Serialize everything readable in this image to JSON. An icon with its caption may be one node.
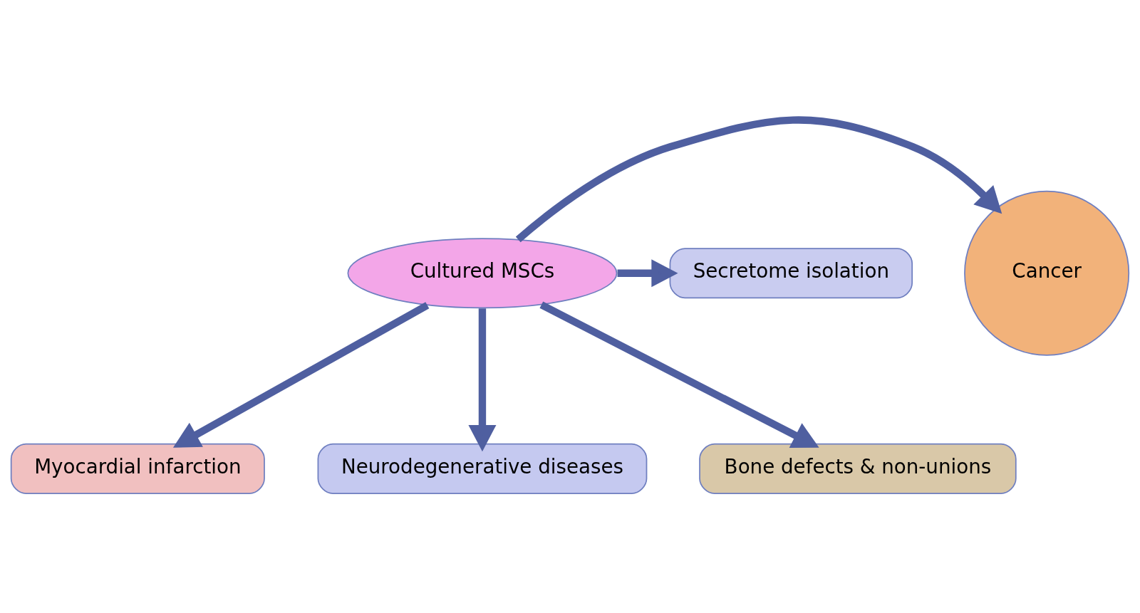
{
  "diagram": {
    "nodes": [
      {
        "text": [
          "Cultured MSCs"
        ]
      },
      {
        "text": [
          "Cancer"
        ]
      },
      {
        "text": [
          "Myocardial infarction"
        ]
      },
      {
        "text": [
          "Neurodegenerative diseases"
        ]
      },
      {
        "text": [
          "Bone defects & non-unions"
        ]
      },
      {
        "text": [
          "Secretome isolation"
        ]
      }
    ],
    "edges": [
      {
        "from": 0,
        "to": 1,
        "arrow": "to"
      },
      {
        "from": 0,
        "to": 2,
        "arrow": "to"
      },
      {
        "from": 0,
        "to": 3,
        "arrow": "to"
      },
      {
        "from": 0,
        "to": 4,
        "arrow": "to"
      },
      {
        "from": 0,
        "to": 5,
        "arrow": "to"
      }
    ]
  }
}
